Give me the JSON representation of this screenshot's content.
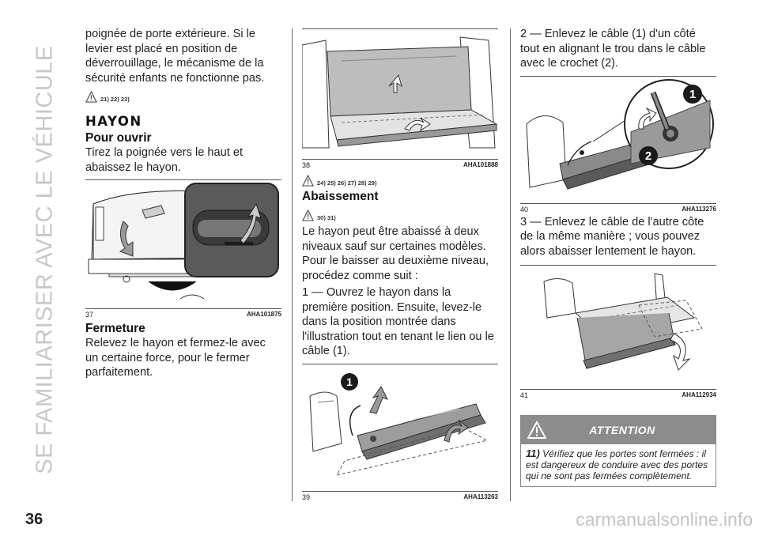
{
  "side_title": "SE FAMILIARISER AVEC LE VÉHICULE",
  "page_number": "36",
  "watermark": "carmanualsonline.info",
  "col1": {
    "intro": "poignée de porte extérieure. Si le levier est placé en position de déverrouillage, le mécanisme de la sécurité enfants ne fonctionne pas.",
    "refs": "21) 22) 23)",
    "heading": "HAYON",
    "open_title": "Pour ouvrir",
    "open_text": "Tirez la poignée vers le haut et abaissez le hayon.",
    "fig": {
      "number": "37",
      "code": "AHA101875"
    },
    "close_title": "Fermeture",
    "close_text": "Relevez le hayon et fermez-le avec un certaine force, pour le fermer parfaitement."
  },
  "col2": {
    "fig1": {
      "number": "38",
      "code": "AHA101888"
    },
    "refs1": "24) 25) 26) 27) 28) 29)",
    "lower_title": "Abaissement",
    "refs2": "30) 31)",
    "lower_text": "Le hayon peut être abaissé à deux niveaux sauf sur certaines modèles. Pour le baisser au deuxième niveau, procédez comme suit :",
    "step1": "1 — Ouvrez le hayon dans la première position. Ensuite, levez-le dans la position montrée dans l'illustration tout en tenant le lien ou le câble (1).",
    "fig2": {
      "number": "39",
      "code": "AHA113263",
      "callout": "1"
    }
  },
  "col3": {
    "step2": "2 — Enlevez le câble (1) d'un côté tout en alignant le trou dans le câble avec le crochet (2).",
    "fig1": {
      "number": "40",
      "code": "AHA113276",
      "callout1": "1",
      "callout2": "2"
    },
    "step3": "3 — Enlevez le câble de l'autre côte de la même manière ; vous pouvez alors abaisser lentement le hayon.",
    "fig2": {
      "number": "41",
      "code": "AHA112934"
    },
    "warning": {
      "title": "ATTENTION",
      "number": "11)",
      "text": "Vérifiez que les portes sont fermées : il est dangereux de conduire avec des portes qui ne sont pas fermées complètement."
    }
  },
  "colors": {
    "grey_side": "#c7c7c7",
    "warning_head": "#8c8c8c",
    "line": "#555555"
  }
}
